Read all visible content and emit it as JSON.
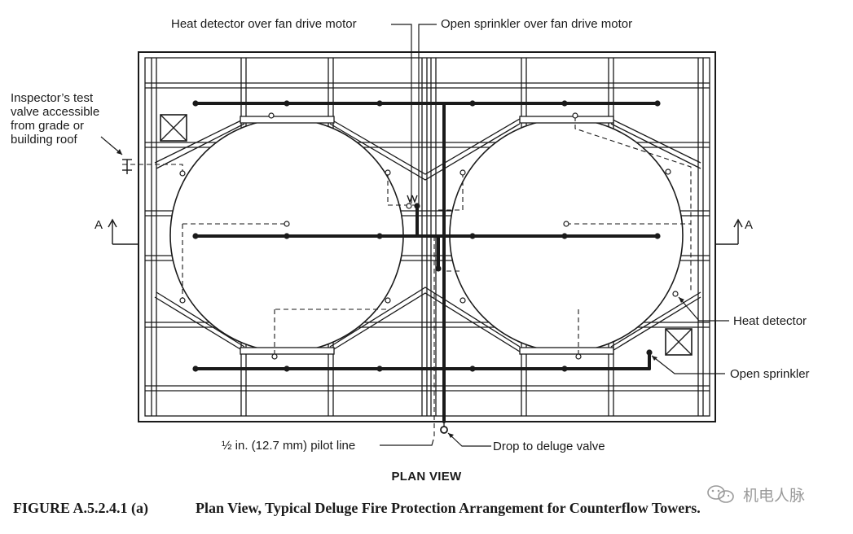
{
  "labels": {
    "heat_detector_motor": "Heat detector over fan drive motor",
    "open_sprinkler_motor": "Open sprinkler over fan drive motor",
    "inspector_line1": "Inspector’s test",
    "inspector_line2": "valve accessible",
    "inspector_line3": "from grade or",
    "inspector_line4": "building roof",
    "section_left": "A",
    "section_right": "A",
    "heat_detector": "Heat detector",
    "open_sprinkler": "Open sprinkler",
    "pilot_line": "½ in. (12.7 mm) pilot line",
    "drop_to_deluge": "Drop to deluge valve"
  },
  "view_title": "PLAN VIEW",
  "caption": {
    "number": "FIGURE A.5.2.4.1 (a)",
    "text": "Plan View, Typical Deluge Fire Protection Arrangement for Counterflow Towers."
  },
  "watermark": {
    "text": "机电人脉",
    "icon": "wechat-icon"
  },
  "colors": {
    "line": "#1a1a1a",
    "watermark": "#9a9a9a"
  }
}
